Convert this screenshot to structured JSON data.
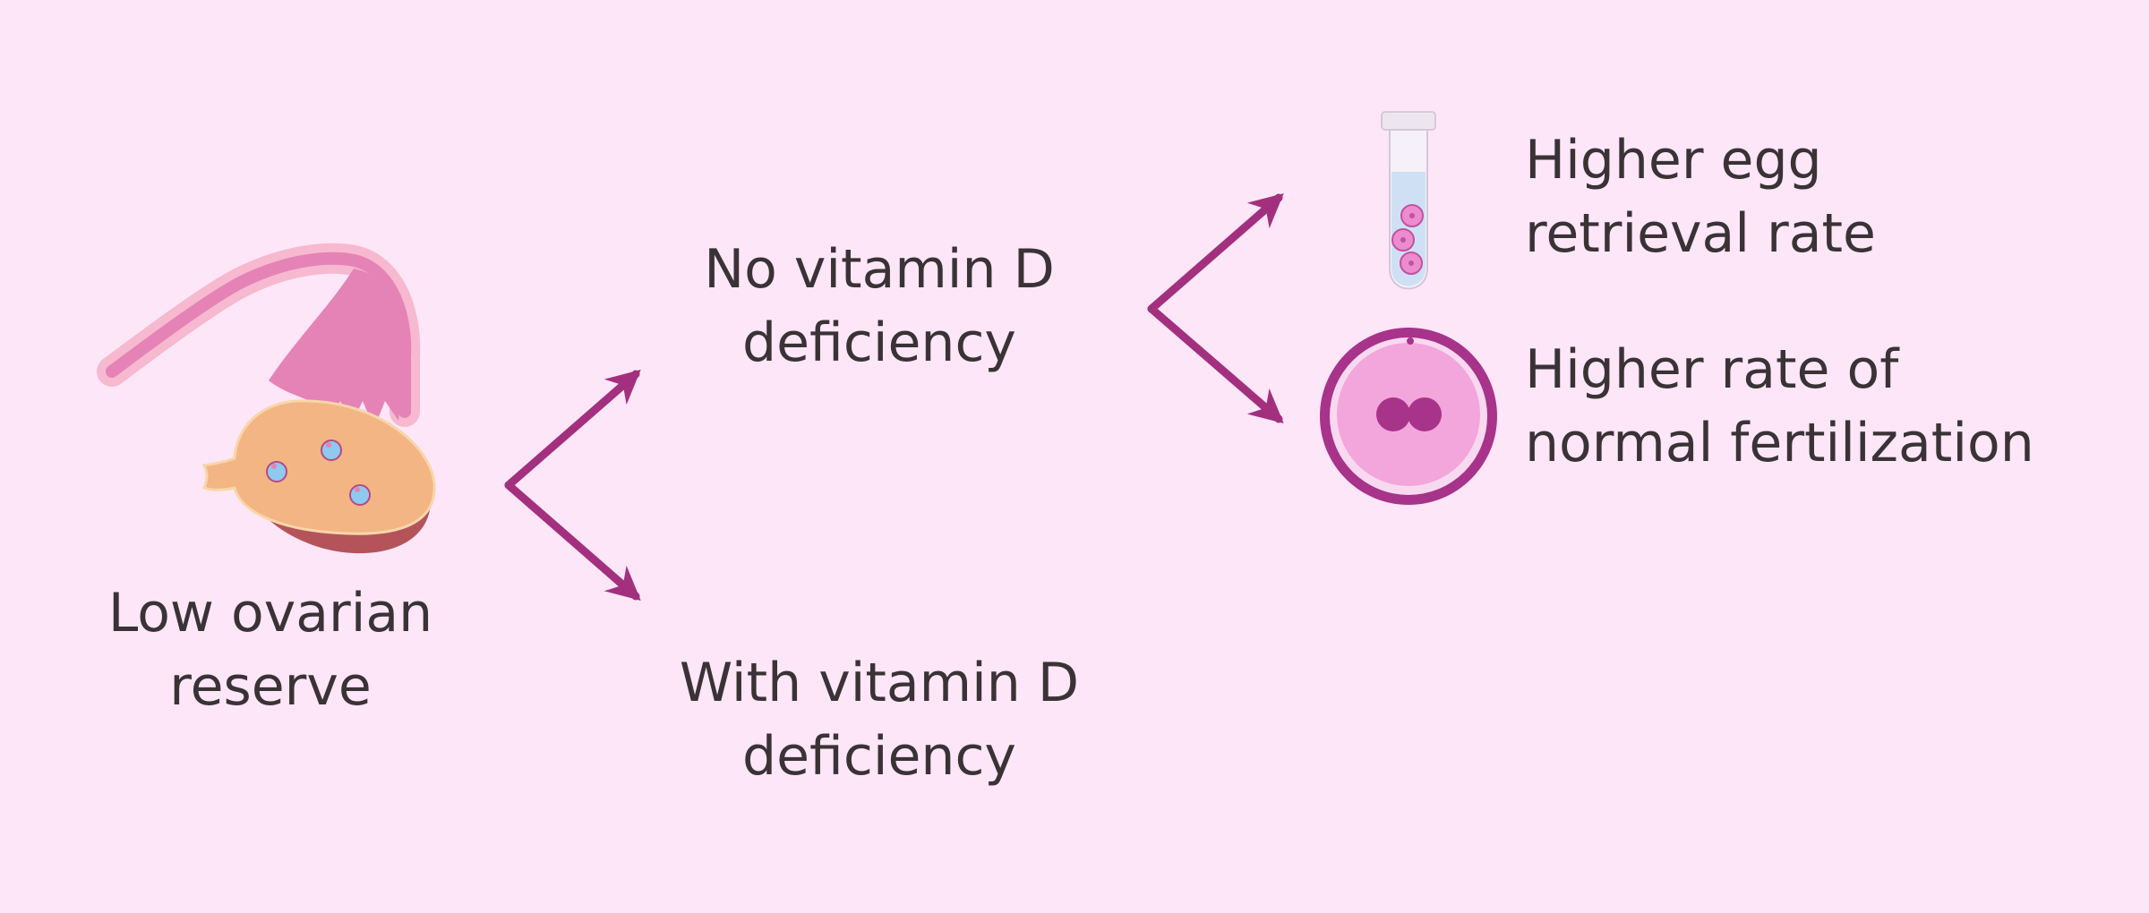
{
  "diagram": {
    "source": {
      "line1": "Low ovarian",
      "line2": "reserve",
      "icon": "ovary-icon"
    },
    "branch_top": {
      "line1": "No vitamin D",
      "line2": "deficiency"
    },
    "branch_bottom": {
      "line1": "With vitamin D",
      "line2": "deficiency"
    },
    "outcome_1": {
      "line1": "Higher egg",
      "line2": "retrieval rate",
      "icon": "test-tube-icon"
    },
    "outcome_2": {
      "line1": "Higher rate of",
      "line2": "normal fertilization",
      "icon": "fertilized-egg-icon"
    },
    "colors": {
      "background": "#fee6f9",
      "arrow": "#a3307f",
      "text": "#3a3336"
    }
  }
}
